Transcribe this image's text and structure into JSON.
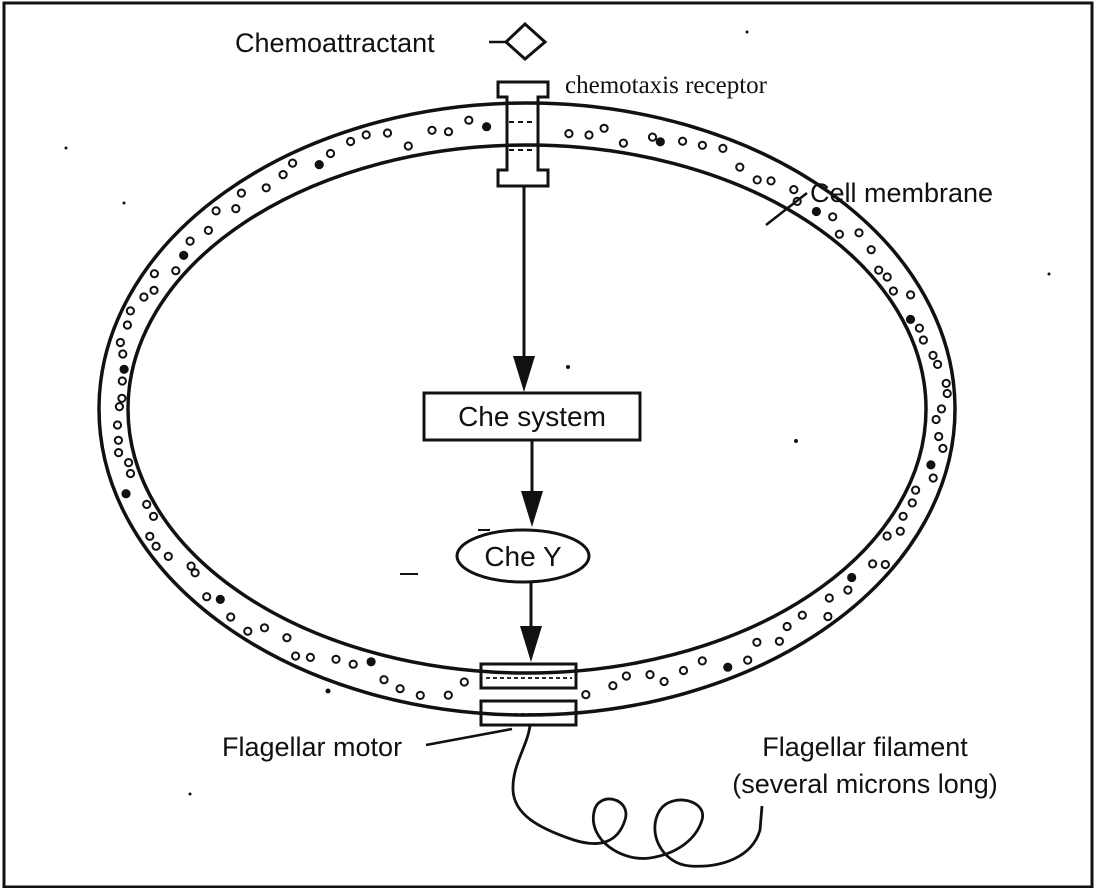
{
  "labels": {
    "chemoattractant": "Chemoattractant",
    "receptor": "chemotaxis receptor",
    "membrane": "Cell membrane",
    "che_system": "Che system",
    "che_y": "Che Y",
    "motor": "Flagellar motor",
    "filament_line1": "Flagellar filament",
    "filament_line2": "(several microns long)"
  },
  "colors": {
    "ink": "#111111",
    "background": "#ffffff"
  }
}
